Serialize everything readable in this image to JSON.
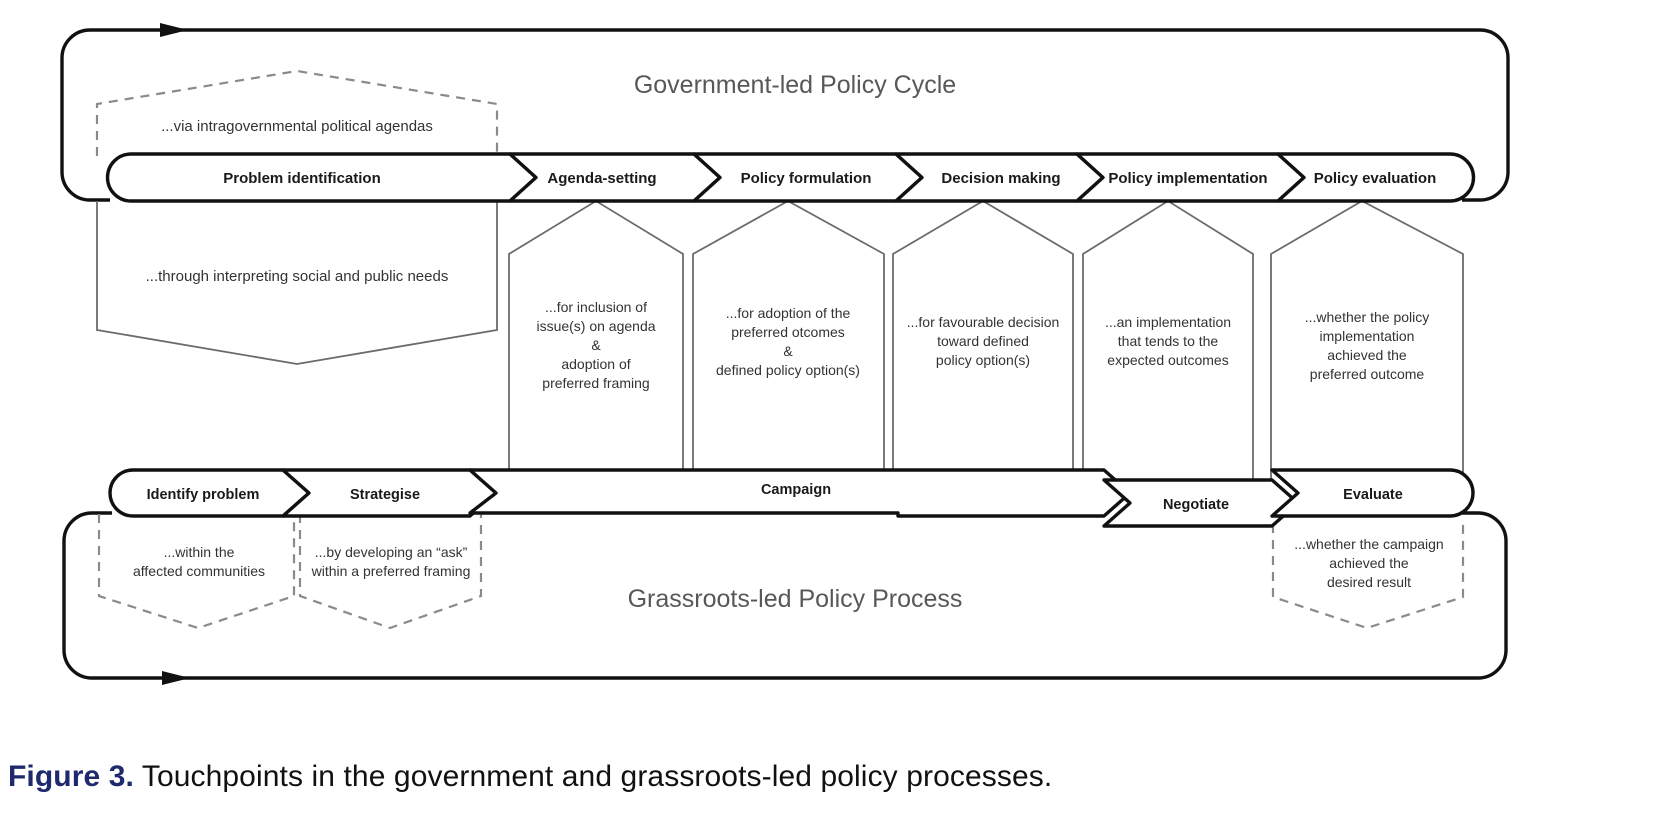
{
  "figure": {
    "label": "Figure 3.",
    "caption": "Touchpoints in the government and grassroots-led policy processes.",
    "label_color": "#1f2a6e"
  },
  "titles": {
    "top": "Government-led Policy Cycle",
    "bottom": "Grassroots-led Policy Process"
  },
  "government_stages": [
    {
      "label": "Problem identification"
    },
    {
      "label": "Agenda-setting"
    },
    {
      "label": "Policy formulation"
    },
    {
      "label": "Decision making"
    },
    {
      "label": "Policy implementation"
    },
    {
      "label": "Policy evaluation"
    }
  ],
  "grassroots_stages": [
    {
      "label": "Identify problem"
    },
    {
      "label": "Strategise"
    },
    {
      "label": "Campaign"
    },
    {
      "label": "Negotiate"
    },
    {
      "label": "Evaluate"
    }
  ],
  "top_callouts": [
    {
      "text": "...via intragovernmental political agendas",
      "style": "dashed"
    }
  ],
  "touchpoints": [
    {
      "lines": [
        "...through interpreting social and public needs"
      ]
    },
    {
      "lines": [
        "...for inclusion of",
        "issue(s) on agenda",
        "&",
        "adoption of",
        "preferred framing"
      ]
    },
    {
      "lines": [
        "...for adoption of the",
        "preferred otcomes",
        "&",
        "defined policy option(s)"
      ]
    },
    {
      "lines": [
        "...for favourable decision",
        "toward defined",
        "policy option(s)"
      ]
    },
    {
      "lines": [
        "...an implementation",
        "that tends to the",
        "expected outcomes"
      ]
    },
    {
      "lines": [
        "...whether the policy",
        "implementation",
        "achieved the",
        "preferred outcome"
      ]
    }
  ],
  "bottom_callouts": [
    {
      "lines": [
        "...within the",
        "affected communities"
      ]
    },
    {
      "lines": [
        "...by developing an “ask”",
        "within a preferred framing"
      ]
    },
    {
      "lines": [
        "...whether the campaign",
        "achieved the",
        "desired result"
      ]
    }
  ],
  "colors": {
    "stroke_thick": "#111111",
    "stroke_thin": "#6b6b6b",
    "stroke_dashed": "#8a8a8a",
    "title_text": "#585858",
    "body_text": "#333333"
  }
}
